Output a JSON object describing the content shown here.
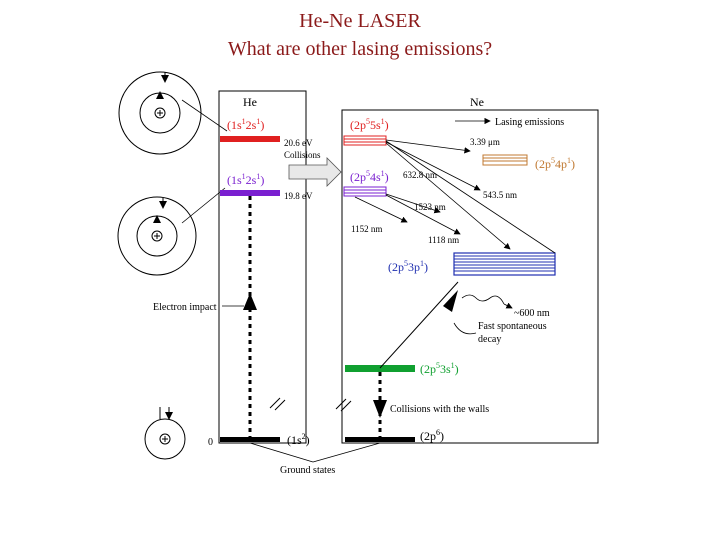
{
  "title_line1": "He-Ne LASER",
  "title_line2": "What are other lasing emissions?",
  "he": {
    "label": "He",
    "upper_state": {
      "config": "(1s",
      "sup1": "1",
      "mid": "2s",
      "sup2": "1",
      "close": ")",
      "energy": "20.6 eV"
    },
    "lower_state": {
      "config": "(1s",
      "sup1": "1",
      "mid": "2s",
      "sup2": "1",
      "close": ")",
      "energy": "19.8 eV"
    },
    "ground_state": {
      "config": "(1s",
      "sup": "2",
      "close": ")",
      "energy": "0"
    }
  },
  "ne": {
    "label": "Ne",
    "levels": [
      {
        "base": "(2p",
        "sup1": "5",
        "mid": "5s",
        "sup2": "1",
        "close": ")"
      },
      {
        "base": "(2p",
        "sup1": "5",
        "mid": "4s",
        "sup2": "1",
        "close": ")"
      },
      {
        "base": "(2p",
        "sup1": "5",
        "mid": "4p",
        "sup2": "1",
        "close": ")"
      },
      {
        "base": "(2p",
        "sup1": "5",
        "mid": "3p",
        "sup2": "1",
        "close": ")"
      },
      {
        "base": "(2p",
        "sup1": "5",
        "mid": "3s",
        "sup2": "1",
        "close": ")"
      },
      {
        "base": "(2p",
        "sup1": "6",
        "close": ")"
      }
    ],
    "wavelengths": [
      "3.39 μm",
      "632.8 nm",
      "543.5 nm",
      "1523 nm",
      "1152 nm",
      "1118 nm",
      "~600 nm"
    ]
  },
  "labels": {
    "collisions": "Collisions",
    "lasing_emissions": "Lasing emissions",
    "electron_impact": "Electron impact",
    "fast_decay_line1": "Fast spontaneous",
    "fast_decay_line2": "decay",
    "wall_collisions": "Collisions with the walls",
    "ground_states": "Ground states"
  },
  "colors": {
    "title": "#8b1a1a",
    "red_level": "#e02020",
    "violet_level": "#7a1fd0",
    "orange_level": "#c07830",
    "blue_level": "#2030b0",
    "green_level": "#10a030",
    "black": "#000000"
  }
}
